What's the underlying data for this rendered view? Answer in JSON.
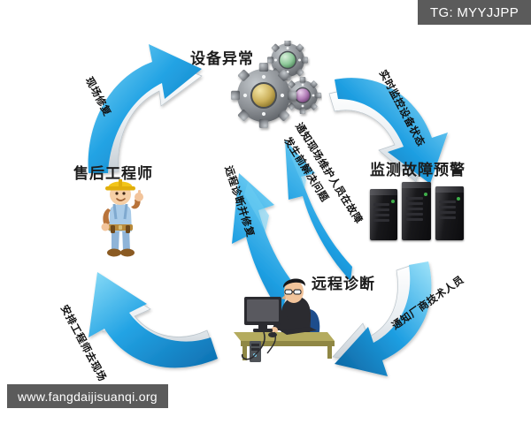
{
  "watermarks": {
    "telegram_tag": "TG: MYYJJPP",
    "site_url": "www.fangdaijisuanqi.org"
  },
  "diagram": {
    "type": "cyclic-process-flow",
    "nodes": [
      {
        "id": "device-abnormal",
        "label": "设备异常",
        "icon": "gears-icon",
        "position": "top"
      },
      {
        "id": "monitor-warning",
        "label": "监测故障预警",
        "icon": "server-rack-icon",
        "position": "right"
      },
      {
        "id": "remote-diagnosis",
        "label": "远程诊断",
        "icon": "desk-worker-icon",
        "position": "bottom"
      },
      {
        "id": "field-engineer",
        "label": "售后工程师",
        "icon": "engineer-icon",
        "position": "left"
      }
    ],
    "arrows": [
      {
        "id": "arrow-top-right",
        "label": "实时监控设备状态",
        "from": "device-abnormal",
        "to": "monitor-warning",
        "color": "#1b9ae0"
      },
      {
        "id": "arrow-bottom-right",
        "label": "通知厂商技术人员",
        "from": "monitor-warning",
        "to": "remote-diagnosis",
        "color": "#1b9ae0"
      },
      {
        "id": "arrow-bottom-left",
        "label": "安排工程师去现场",
        "from": "remote-diagnosis",
        "to": "field-engineer",
        "color": "#1b9ae0"
      },
      {
        "id": "arrow-top-left",
        "label": "现场修复",
        "from": "field-engineer",
        "to": "device-abnormal",
        "color": "#1b9ae0"
      },
      {
        "id": "arrow-center-left",
        "label": "远程诊断并修复",
        "from": "remote-diagnosis",
        "to": "device-abnormal",
        "color": "#1b9ae0"
      },
      {
        "id": "arrow-center-right-line1",
        "label": "通知现场维护人员在故障",
        "from": "monitor-warning",
        "to": "device-abnormal",
        "color": "#1b9ae0"
      },
      {
        "id": "arrow-center-right-line2",
        "label": "发生前解决问题",
        "from": "monitor-warning",
        "to": "device-abnormal",
        "color": "#1b9ae0"
      }
    ],
    "colors": {
      "arrow_blue_light": "#7fd4f5",
      "arrow_blue": "#1b9ae0",
      "arrow_blue_dark": "#0a6fae",
      "arrow_pale": "#eef3f6",
      "gear_body": "#8d9196",
      "gear_hub_green": "#8fc99a",
      "gear_hub_gold": "#cbb05a",
      "gear_hub_purple": "#b07bb5",
      "server_black": "#18181b",
      "watermark_gray": "#5b5b5b",
      "text_black": "#1c1c1c",
      "background": "#ffffff"
    }
  }
}
